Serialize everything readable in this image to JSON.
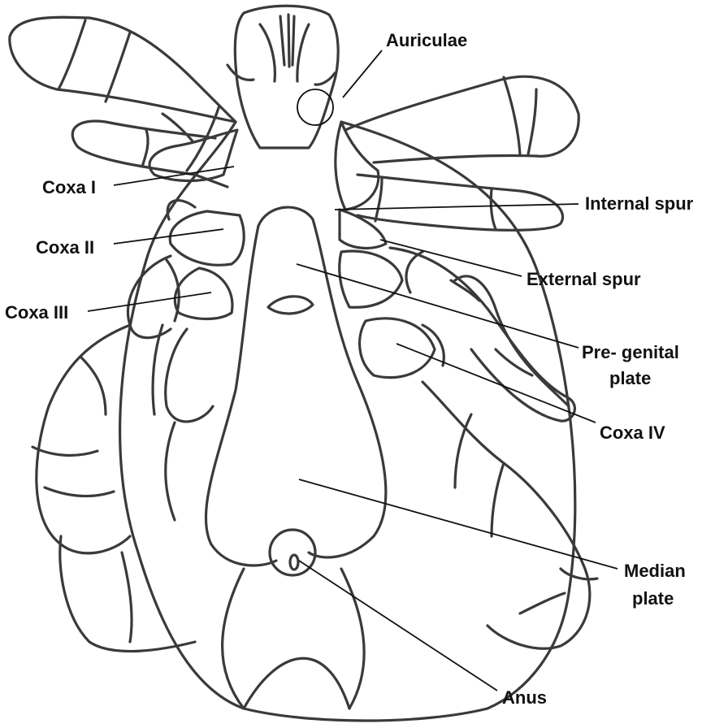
{
  "labels": {
    "auriculae": "Auriculae",
    "coxa_i": "Coxa I",
    "coxa_ii": "Coxa II",
    "coxa_iii": "Coxa III",
    "internal_spur": "Internal spur",
    "external_spur": "External spur",
    "pre_genital_line1": "Pre- genital",
    "pre_genital_line2": "plate",
    "coxa_iv": "Coxa IV",
    "median_line1": "Median",
    "median_line2": "plate",
    "anus": "Anus"
  },
  "colors": {
    "stroke": "#3a3a3a",
    "text": "#111111",
    "background": "#ffffff"
  }
}
